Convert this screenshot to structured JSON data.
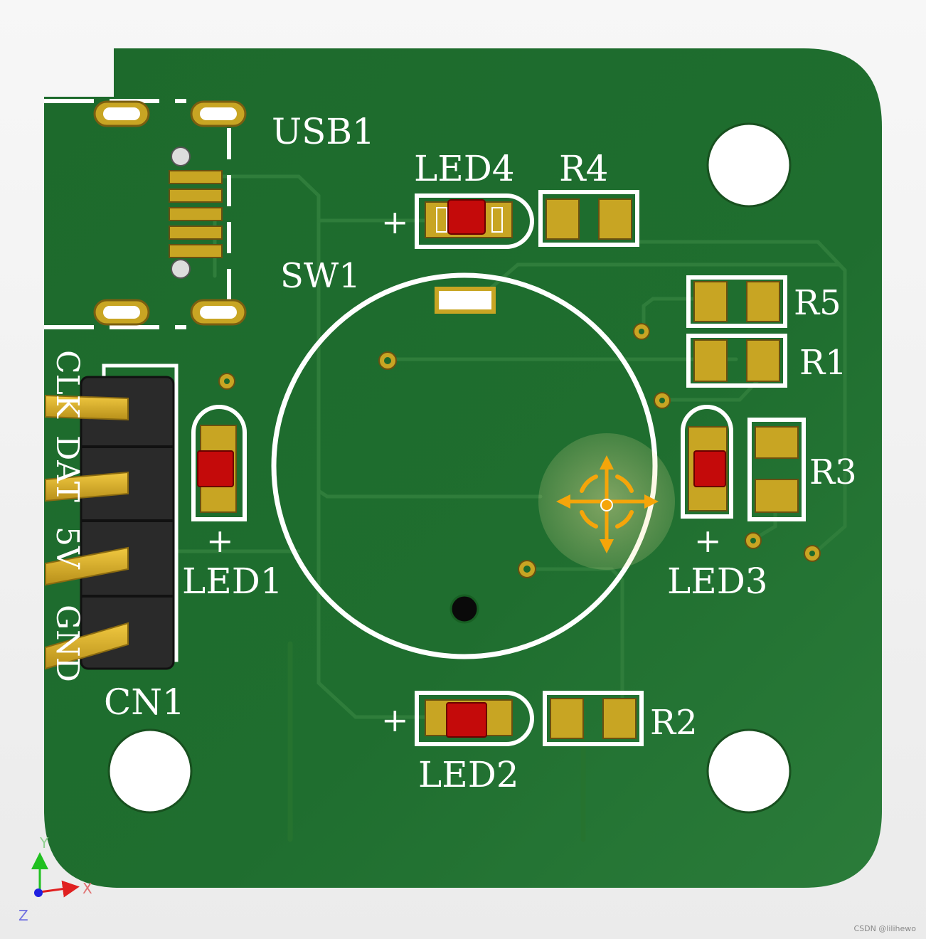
{
  "colors": {
    "board": "#1e6b2e",
    "board_light": "#3a8a4a",
    "silk": "#ffffff",
    "pad": "#c8a523",
    "led_body": "#c40a0a",
    "trace": "#2f7d3b",
    "gizmo": "#f5a50a",
    "axis_x": "#e02020",
    "axis_y": "#20c020",
    "axis_z": "#2020e0"
  },
  "labels": {
    "usb1": "USB1",
    "led4": "LED4",
    "r4": "R4",
    "sw1": "SW1",
    "r5": "R5",
    "r1": "R1",
    "r3": "R3",
    "led1": "LED1",
    "led3": "LED3",
    "led2": "LED2",
    "r2": "R2",
    "cn1": "CN1",
    "plus": "+"
  },
  "connector_pins": [
    "CLK",
    "DAT",
    "5V",
    "GND"
  ],
  "axes": {
    "x": "X",
    "y": "Y",
    "z": "Z"
  },
  "watermark": "CSDN @lilihewo"
}
